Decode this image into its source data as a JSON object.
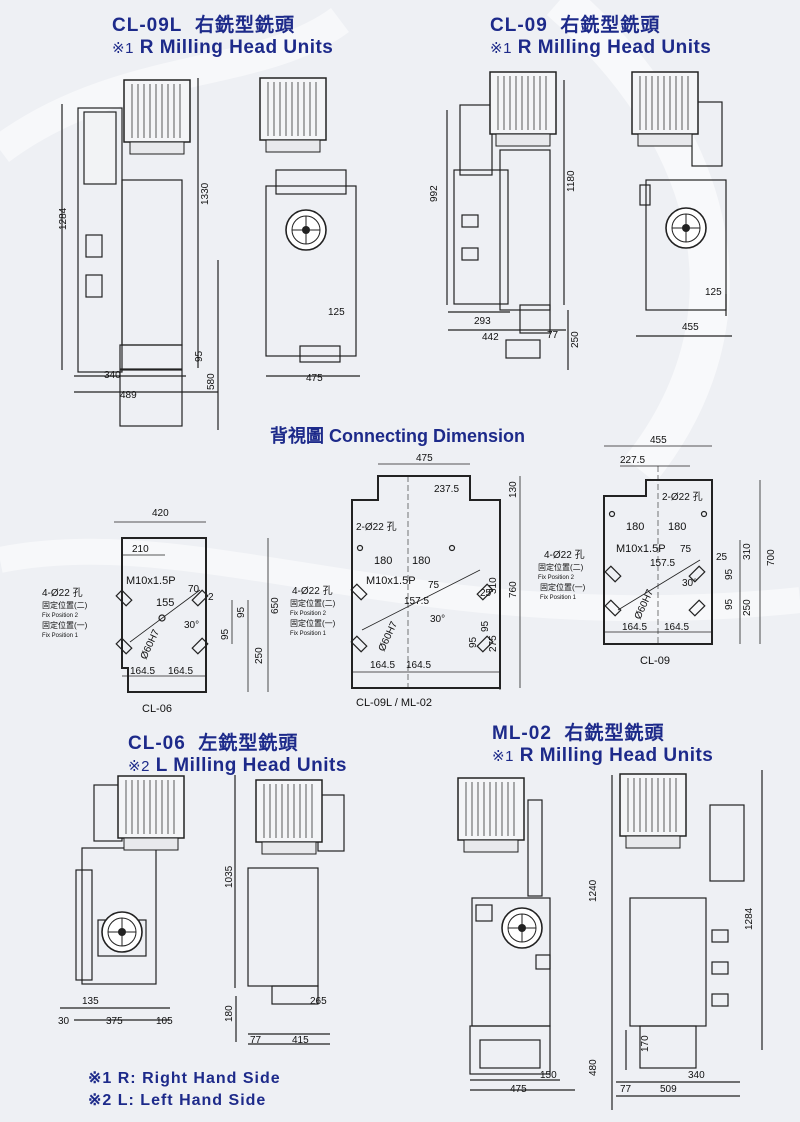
{
  "sections": {
    "cl09l": {
      "model": "CL-09L",
      "cn": "右銑型銑頭",
      "mark": "※1",
      "en": "R Milling Head Units",
      "dims": {
        "h1": "1284",
        "h2": "1330",
        "d95": "95",
        "d580": "580",
        "w340": "340",
        "w489": "489",
        "w475": "475",
        "d125": "125"
      }
    },
    "cl09": {
      "model": "CL-09",
      "cn": "右銑型銑頭",
      "mark": "※1",
      "en": "R Milling Head Units",
      "dims": {
        "h992": "992",
        "h1180": "1180",
        "w293": "293",
        "w442": "442",
        "w77": "77",
        "d250": "250",
        "d125": "125",
        "w455": "455"
      }
    },
    "cl06": {
      "model": "CL-06",
      "cn": "左銑型銑頭",
      "mark": "※2",
      "en": "L Milling Head Units",
      "dims": {
        "h1035": "1035",
        "w135": "135",
        "w30": "30",
        "w375": "375",
        "w105": "105",
        "w265": "265",
        "d180": "180",
        "w77": "77",
        "w415": "415"
      }
    },
    "ml02": {
      "model": "ML-02",
      "cn": "右銑型銑頭",
      "mark": "※1",
      "en": "R Milling Head Units",
      "dims": {
        "h1240": "1240",
        "h1284": "1284",
        "d170": "170",
        "w340": "340",
        "w150": "150",
        "w475": "475",
        "d480": "480",
        "w77": "77",
        "w509": "509"
      }
    }
  },
  "connecting": {
    "title_cn": "背視圖",
    "title_en": "Connecting Dimension",
    "cl06": {
      "label": "CL-06",
      "w420": "420",
      "w210": "210",
      "thread": "M10x1.5P",
      "holes": "4-Ø22 孔",
      "fix2_cn": "固定位置(二)",
      "fix2_en": "Fix Position  2",
      "fix1_cn": "固定位置(一)",
      "fix1_en": "Fix Position  1",
      "r155": "155",
      "a70": "70",
      "a2": "2",
      "deg": "30°",
      "bore": "Ø60H7",
      "d95": "95",
      "d95b": "95",
      "d250": "250",
      "h650": "650",
      "b1": "164.5",
      "b2": "164.5"
    },
    "cl09l": {
      "label": "CL-09L / ML-02",
      "w475": "475",
      "w2375": "237.5",
      "h130": "130",
      "h2": "2-Ø22 孔",
      "w180a": "180",
      "w180b": "180",
      "thread": "M10x1.5P",
      "holes": "4-Ø22 孔",
      "fix2_cn": "固定位置(二)",
      "fix2_en": "Fix Position  2",
      "fix1_cn": "固定位置(一)",
      "fix1_en": "Fix Position  1",
      "r1575": "157.5",
      "a75": "75",
      "a25": "25",
      "deg": "30°",
      "bore": "Ø60H7",
      "d95": "95",
      "d95b": "95",
      "d310": "310",
      "d275": "275",
      "h760": "760",
      "b1": "164.5",
      "b2": "164.5"
    },
    "cl09": {
      "label": "CL-09",
      "w455": "455",
      "w2275": "227.5",
      "h2": "2-Ø22 孔",
      "w180a": "180",
      "w180b": "180",
      "thread": "M10x1.5P",
      "holes": "4-Ø22 孔",
      "fix2_cn": "固定位置(二)",
      "fix2_en": "Fix Position  2",
      "fix1_cn": "固定位置(一)",
      "fix1_en": "Fix Position  1",
      "r1575": "157.5",
      "a75": "75",
      "a25": "25",
      "deg": "30°",
      "bore": "Ø60H7",
      "d95": "95",
      "d95b": "95",
      "d310": "310",
      "d250": "250",
      "h700": "700",
      "b1": "164.5",
      "b2": "164.5"
    }
  },
  "legend": {
    "r": "※1  R: Right  Hand  Side",
    "l": "※2  L: Left  Hand  Side"
  }
}
